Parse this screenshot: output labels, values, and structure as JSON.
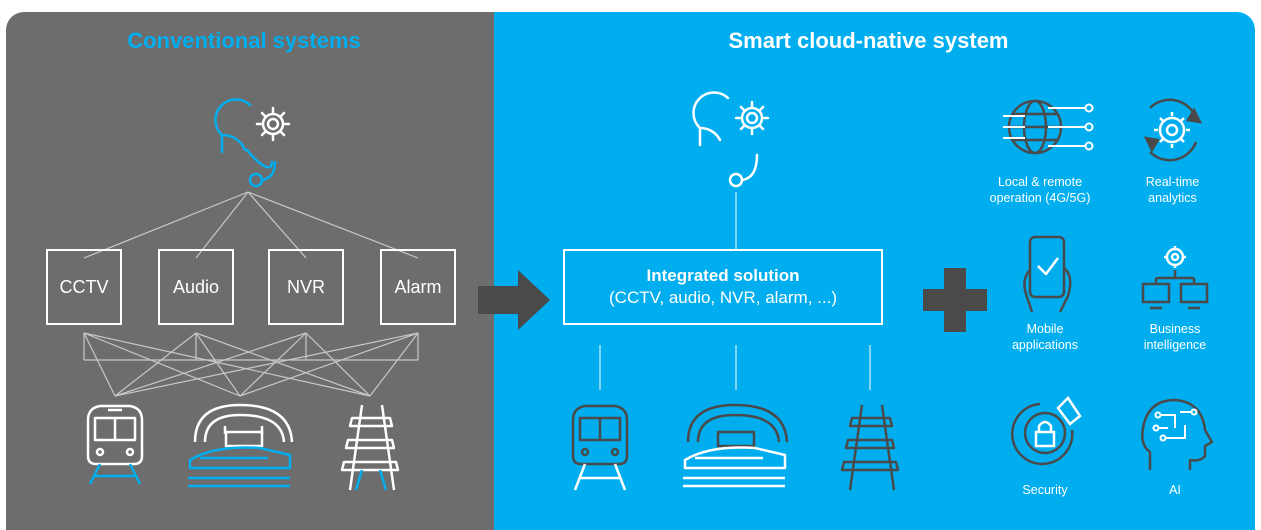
{
  "conventional": {
    "title": "Conventional systems",
    "boxes": [
      "CCTV",
      "Audio",
      "NVR",
      "Alarm"
    ]
  },
  "smart": {
    "title": "Smart cloud-native system",
    "integrated_title": "Integrated solution",
    "integrated_subtitle": "(CCTV, audio, NVR, alarm, ...)"
  },
  "capabilities": [
    {
      "icon": "globe-network-icon",
      "line1": "Local & remote",
      "line2": "operation (4G/5G)"
    },
    {
      "icon": "realtime-gear-icon",
      "line1": "Real-time",
      "line2": "analytics"
    },
    {
      "icon": "mobile-hand-icon",
      "line1": "Mobile",
      "line2": "applications"
    },
    {
      "icon": "business-network-icon",
      "line1": "Business",
      "line2": "intelligence"
    },
    {
      "icon": "security-lock-icon",
      "line1": "Security",
      "line2": ""
    },
    {
      "icon": "ai-head-icon",
      "line1": "AI",
      "line2": ""
    }
  ],
  "colors": {
    "left_bg": "#6d6d6d",
    "right_bg": "#00aeef",
    "accent": "#00aeef",
    "dark": "#4a4a4a"
  }
}
